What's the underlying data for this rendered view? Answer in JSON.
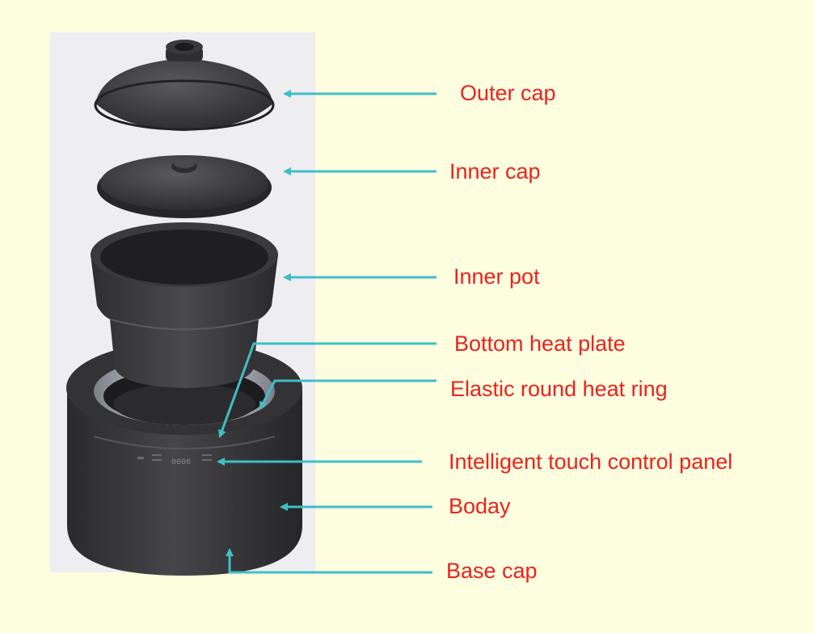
{
  "colors": {
    "background": "#fdfde0",
    "panel": "#eeeef0",
    "product": "#3a3a3c",
    "product_dark": "#232325",
    "product_highlight": "#5a5a5e",
    "steel": "#c9cbd0",
    "arrow": "#3fbfc4",
    "label": "#e8241e"
  },
  "labels": {
    "outer_cap": "Outer cap",
    "inner_cap": "Inner cap",
    "inner_pot": "Inner pot",
    "bottom_heat_plate": "Bottom heat plate",
    "elastic_heat_ring": "Elastic round heat ring",
    "touch_panel": "Intelligent touch control panel",
    "boday": "Boday",
    "base_cap": "Base cap"
  },
  "panel_display": "0000"
}
